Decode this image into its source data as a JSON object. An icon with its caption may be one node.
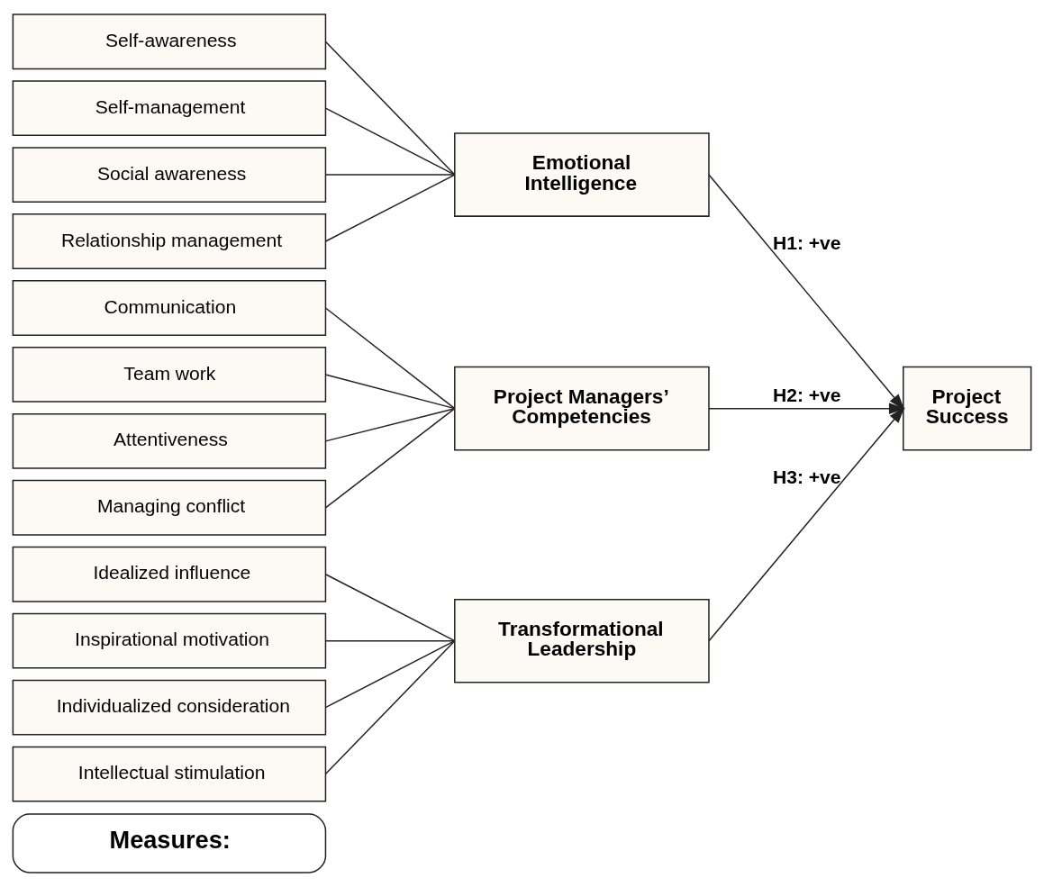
{
  "diagram": {
    "nodes": [
      {
        "text": [
          "Measures:"
        ]
      },
      {
        "text": [
          "Self-awareness"
        ]
      },
      {
        "text": [
          "Self-management"
        ]
      },
      {
        "text": [
          "Social awareness"
        ]
      },
      {
        "text": [
          "Relationship management"
        ]
      },
      {
        "text": [
          "Emotional Intelligence"
        ]
      },
      {
        "text": [
          "Communication"
        ]
      },
      {
        "text": [
          "Team work"
        ]
      },
      {
        "text": [
          "Attentiveness"
        ]
      },
      {
        "text": [
          "Managing conflict"
        ]
      },
      {
        "text": [
          "Project Managers’ Competencies"
        ]
      },
      {
        "text": [
          "Idealized influence"
        ]
      },
      {
        "text": [
          "Inspirational motivation"
        ]
      },
      {
        "text": [
          "Individualized consideration"
        ]
      },
      {
        "text": [
          "Intellectual stimulation"
        ]
      },
      {
        "text": [
          "Transformational Leadership"
        ]
      },
      {
        "text": [
          "Project Success"
        ]
      }
    ],
    "edges": [
      {
        "from": 1,
        "to": 5,
        "arrow": "none"
      },
      {
        "from": 2,
        "to": 5,
        "arrow": "none"
      },
      {
        "from": 3,
        "to": 5,
        "arrow": "none"
      },
      {
        "from": 4,
        "to": 5,
        "arrow": "none"
      },
      {
        "from": 6,
        "to": 10,
        "arrow": "none"
      },
      {
        "from": 7,
        "to": 10,
        "arrow": "none"
      },
      {
        "from": 8,
        "to": 10,
        "arrow": "none"
      },
      {
        "from": 9,
        "to": 10,
        "arrow": "none"
      },
      {
        "from": 11,
        "to": 15,
        "arrow": "none"
      },
      {
        "from": 12,
        "to": 15,
        "arrow": "none"
      },
      {
        "from": 13,
        "to": 15,
        "arrow": "none"
      },
      {
        "from": 14,
        "to": 15,
        "arrow": "none"
      },
      {
        "from": 5,
        "to": 16,
        "arrow": "to",
        "label": "H1: +ve"
      },
      {
        "from": 10,
        "to": 16,
        "arrow": "to",
        "label": "H2: +ve"
      },
      {
        "from": 15,
        "to": 16,
        "arrow": "to",
        "label": "H3: +ve"
      }
    ]
  }
}
